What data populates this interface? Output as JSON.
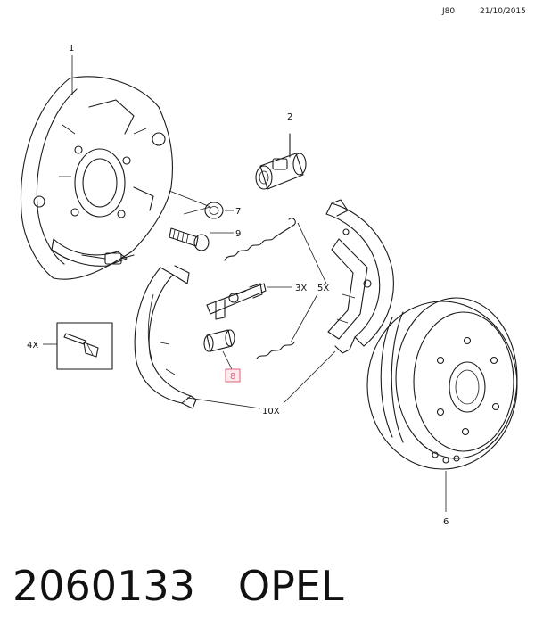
{
  "header": {
    "code": "J80",
    "date": "21/10/2015"
  },
  "callouts": {
    "p1": "1",
    "p2": "2",
    "p3": "3X",
    "p4": "4X",
    "p5": "5X",
    "p6": "6",
    "p7": "7",
    "p8": "8",
    "p9": "9",
    "p10": "10X"
  },
  "colors": {
    "highlight": "#e0607a"
  },
  "footer": {
    "part_number": "2060133",
    "brand": "OPEL"
  }
}
